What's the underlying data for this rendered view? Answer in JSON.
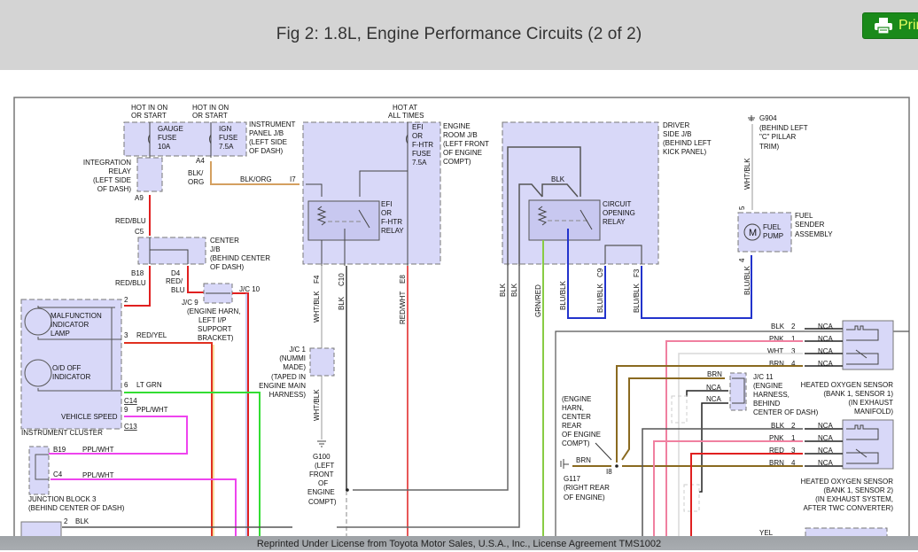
{
  "header": {
    "title": "Fig 2: 1.8L, Engine Performance Circuits (2 of 2)",
    "print_label": "Print",
    "print_icon": "printer-icon"
  },
  "footer": {
    "license": "Reprinted Under License from Toyota Motor Sales, U.S.A., Inc., License Agreement TMS1002"
  },
  "colors": {
    "header_bg": "#d4d4d4",
    "print_green": "#1a8a1a",
    "component_fill": "#d8d8f8",
    "wire_red": "#e02020",
    "wire_pink": "#f080a0",
    "wire_magenta": "#ee44ee",
    "wire_green": "#33dd33",
    "wire_blue": "#2233cc",
    "wire_brown": "#8a6a20",
    "wire_black": "#555555",
    "wire_white": "#cccccc"
  },
  "diagram": {
    "power": {
      "hot_run_1": [
        "HOT IN ON",
        "OR START"
      ],
      "hot_run_2": [
        "HOT IN ON",
        "OR START"
      ],
      "hot_always": [
        "HOT AT",
        "ALL TIMES"
      ]
    },
    "instrument_panel_jb": {
      "label": [
        "INSTRUMENT",
        "PANEL J/B",
        "(LEFT SIDE",
        "OF DASH)"
      ],
      "gauge_fuse": [
        "GAUGE",
        "FUSE",
        "10A"
      ],
      "ign_fuse": [
        "IGN",
        "FUSE",
        "7.5A"
      ],
      "connector_a4": "A4",
      "connector_a9": "A9"
    },
    "integration_relay": {
      "label": [
        "INTEGRATION",
        "RELAY",
        "(LEFT SIDE",
        "OF DASH)"
      ]
    },
    "wire_blk_org_short": [
      "BLK/",
      "ORG"
    ],
    "wire_blk_org": "BLK/ORG",
    "connector_i7": "I7",
    "center_jb": {
      "label": [
        "CENTER",
        "J/B",
        "(BEHIND CENTER",
        "OF DASH)"
      ],
      "c5": "C5",
      "b18": "B18",
      "d4": "D4"
    },
    "wire_red_blu_top": "RED/BLU",
    "wire_red_blu_bottom": "RED/BLU",
    "wire_red_blu_d4": [
      "RED/",
      "BLU"
    ],
    "jc9": {
      "name": "J/C 9",
      "label": [
        "(ENGINE HARN,",
        "LEFT I/P",
        "SUPPORT",
        "BRACKET)"
      ]
    },
    "jc10": "J/C 10",
    "instrument_cluster": {
      "name": "INSTRUMENT CLUSTER",
      "mil": [
        "MALFUNCTION",
        "INDICATOR",
        "LAMP"
      ],
      "od_off": [
        "O/D OFF",
        "INDICATOR"
      ],
      "vehicle_speed": "VEHICLE SPEED",
      "pins": [
        {
          "pin": "2",
          "wire": ""
        },
        {
          "pin": "3",
          "wire": "RED/YEL"
        },
        {
          "pin": "6",
          "wire": "LT GRN"
        },
        {
          "pin": "9",
          "wire": "PPL/WHT"
        }
      ],
      "c14": "C14",
      "c13": "C13"
    },
    "junction_block_3": {
      "label": [
        "JUNCTION BLOCK 3",
        "(BEHIND CENTER OF DASH)"
      ],
      "b19": "B19",
      "b19_wire": "PPL/WHT",
      "c4": "C4",
      "c4_wire": "PPL/WHT"
    },
    "bottom_block": {
      "pin": "2",
      "wire": "BLK"
    },
    "engine_room_jb": {
      "label": [
        "ENGINE",
        "ROOM J/B",
        "(LEFT FRONT",
        "OF ENGINE",
        "COMPT)"
      ],
      "fuse": [
        "EFI",
        "OR",
        "F-HTR",
        "FUSE",
        "7.5A"
      ],
      "relay": [
        "EFI",
        "OR",
        "F-HTR",
        "RELAY"
      ]
    },
    "vertical_wires_mid": [
      {
        "wire": "WHT/BLK",
        "connector": "F4"
      },
      {
        "wire": "BLK",
        "connector": "C10"
      },
      {
        "wire": "RED/WHT",
        "connector": "E8"
      }
    ],
    "wire_wht_blk_lower": "WHT/BLK",
    "jc1": {
      "name": "J/C 1",
      "label": [
        "(NUMMI",
        "MADE)",
        "(TAPED IN",
        "ENGINE MAIN",
        "HARNESS)"
      ]
    },
    "g100": {
      "name": "G100",
      "label": [
        "(LEFT",
        "FRONT",
        "OF",
        "ENGINE",
        "COMPT)"
      ]
    },
    "driver_side_jb": {
      "label": [
        "DRIVER",
        "SIDE J/B",
        "(BEHIND LEFT",
        "KICK PANEL)"
      ],
      "relay": [
        "CIRCUIT",
        "OPENING",
        "RELAY"
      ],
      "inner_wire": "BLK",
      "c9": "C9",
      "f3": "F3"
    },
    "vertical_wires_right": [
      {
        "wire": "BLK"
      },
      {
        "wire": "BLK"
      },
      {
        "wire": "GRN/RED"
      },
      {
        "wire": "BLU/BLK"
      },
      {
        "wire": "BLU/BLK",
        "connector": "C9"
      },
      {
        "wire": "BLU/BLK",
        "connector": "F3"
      }
    ],
    "g904": {
      "name": "G904",
      "label": [
        "(BEHIND LEFT",
        "\"C\" PILLAR",
        "TRIM)"
      ]
    },
    "fuel_sender": {
      "label": [
        "FUEL",
        "SENDER",
        "ASSEMBLY"
      ],
      "pump": [
        "FUEL",
        "PUMP"
      ],
      "motor_glyph": "M",
      "pin_top": "5",
      "pin_bottom": "4",
      "wire_top": "WHT/BLK",
      "wire_bottom": "BLU/BLK"
    },
    "o2_sensor_1": {
      "label": [
        "HEATED OXYGEN SENSOR",
        "(BANK 1, SENSOR 1)",
        "(IN EXHAUST",
        "MANIFOLD)"
      ],
      "pins": [
        {
          "wire": "BLK",
          "pin": "2",
          "conn": "NCA"
        },
        {
          "wire": "PNK",
          "pin": "1",
          "conn": "NCA"
        },
        {
          "wire": "WHT",
          "pin": "3",
          "conn": "NCA"
        },
        {
          "wire": "BRN",
          "pin": "4",
          "conn": "NCA"
        }
      ]
    },
    "o2_sensor_2": {
      "label": [
        "HEATED OXYGEN SENSOR",
        "(BANK 1, SENSOR 2)",
        "(IN EXHAUST SYSTEM,",
        "AFTER TWC CONVERTER)"
      ],
      "pins": [
        {
          "wire": "BLK",
          "pin": "2",
          "conn": "NCA"
        },
        {
          "wire": "PNK",
          "pin": "1",
          "conn": "NCA"
        },
        {
          "wire": "RED",
          "pin": "3",
          "conn": "NCA"
        },
        {
          "wire": "BRN",
          "pin": "4",
          "conn": "NCA"
        }
      ]
    },
    "jc11": {
      "name": "J/C 11",
      "label": [
        "(ENGINE",
        "HARNESS,",
        "BEHIND",
        "CENTER OF DASH)"
      ],
      "pins": [
        "BRN",
        "NCA",
        "NCA"
      ]
    },
    "engine_harn_note": [
      "(ENGINE",
      "HARN,",
      "CENTER",
      "REAR",
      "OF ENGINE",
      "COMPT)"
    ],
    "g117": {
      "name": "G117",
      "wire": "BRN",
      "connector": "I8",
      "label": [
        "(RIGHT REAR",
        "OF ENGINE)"
      ]
    },
    "bottom_partial_wire": "YEL"
  }
}
